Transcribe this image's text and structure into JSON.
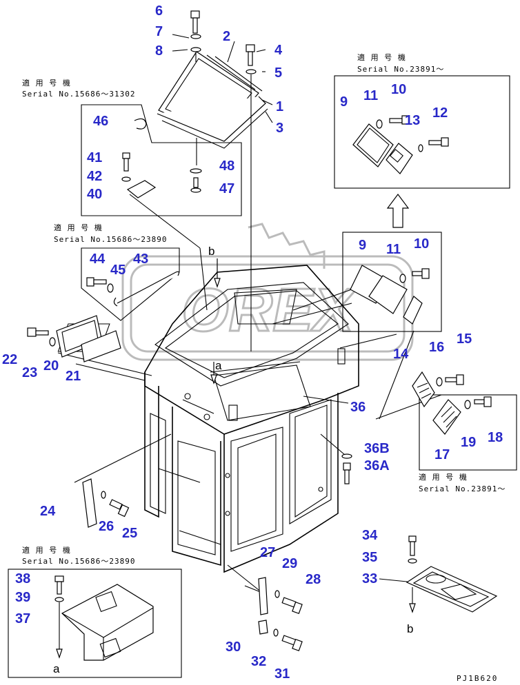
{
  "notes": {
    "n1": {
      "line1": "適 用 号 機",
      "line2": "Serial No.15686～31302"
    },
    "n2": {
      "line1": "適 用 号 機",
      "line2": "Serial No.23891～"
    },
    "n3": {
      "line1": "適 用 号 機",
      "line2": "Serial No.15686～23890"
    },
    "n4": {
      "line1": "適 用 号 機",
      "line2": "Serial No.23891～"
    },
    "n5": {
      "line1": "適 用 号 機",
      "line2": "Serial No.15686～23890"
    }
  },
  "watermark": "OREX",
  "refs": {
    "a": "a",
    "b": "b"
  },
  "drawing_code": "PJ1B620",
  "labels": {
    "p1": "1",
    "p2": "2",
    "p3": "3",
    "p4": "4",
    "p5": "5",
    "p6": "6",
    "p7": "7",
    "p8": "8",
    "p9a": "9",
    "p9b": "9",
    "p10a": "10",
    "p10b": "10",
    "p11a": "11",
    "p11b": "11",
    "p12": "12",
    "p13": "13",
    "p14": "14",
    "p15": "15",
    "p16": "16",
    "p17": "17",
    "p18": "18",
    "p19": "19",
    "p20": "20",
    "p21": "21",
    "p22": "22",
    "p23": "23",
    "p24": "24",
    "p25": "25",
    "p26": "26",
    "p27": "27",
    "p28": "28",
    "p29": "29",
    "p30": "30",
    "p31": "31",
    "p32": "32",
    "p33": "33",
    "p34": "34",
    "p35": "35",
    "p36": "36",
    "p36A": "36A",
    "p36B": "36B",
    "p37": "37",
    "p38": "38",
    "p39": "39",
    "p40": "40",
    "p41": "41",
    "p42": "42",
    "p43": "43",
    "p44": "44",
    "p45": "45",
    "p46": "46",
    "p47": "47",
    "p48": "48"
  }
}
